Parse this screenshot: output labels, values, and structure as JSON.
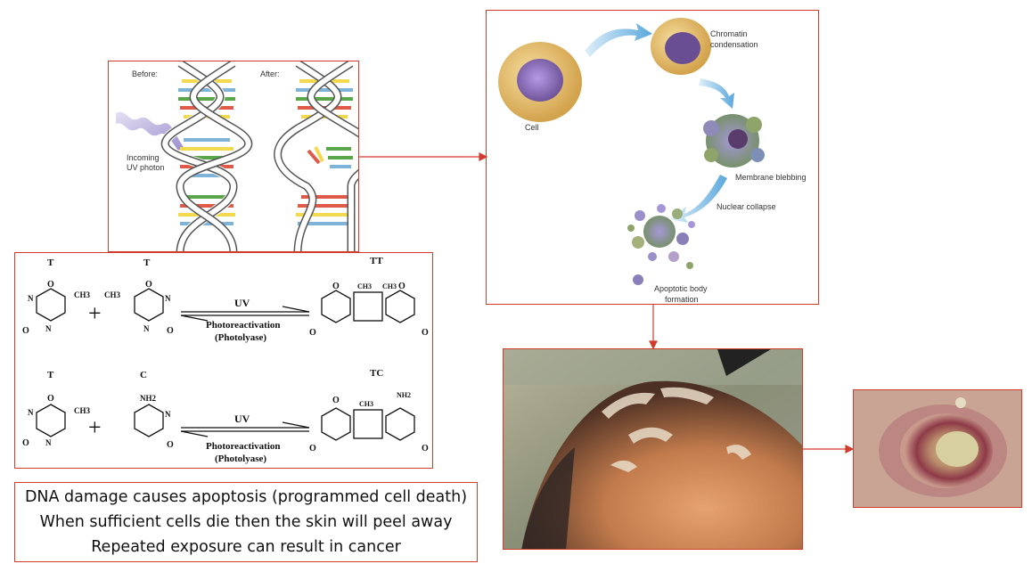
{
  "dna_panel": {
    "before_label": "Before:",
    "after_label": "After:",
    "photon_label_line1": "Incoming",
    "photon_label_line2": "UV photon"
  },
  "chem_panel": {
    "row1": {
      "left_label": "T",
      "right_label": "T",
      "product_label": "TT",
      "arrow_top": "UV",
      "arrow_bottom1": "Photoreactivation",
      "arrow_bottom2": "(Photolyase)",
      "ch3": "CH3"
    },
    "row2": {
      "left_label": "T",
      "right_label": "C",
      "product_label": "TC",
      "arrow_top": "UV",
      "arrow_bottom1": "Photoreactivation",
      "arrow_bottom2": "(Photolyase)",
      "ch3": "CH3",
      "nh2": "NH2"
    }
  },
  "apoptosis_panel": {
    "cell": "Cell",
    "chromatin_line1": "Chromatin",
    "chromatin_line2": "condensation",
    "blebbing": "Membrane blebbing",
    "nuclear": "Nuclear collapse",
    "apoptotic_line1": "Apoptotic body",
    "apoptotic_line2": "formation"
  },
  "caption": {
    "line1": "DNA damage causes apoptosis (programmed cell death)",
    "line2": "When sufficient cells die then the skin will peel away",
    "line3": "Repeated exposure can result in cancer"
  },
  "colors": {
    "border": "#d33b2c",
    "arrow": "#d33b2c",
    "skin": "#c27b4c",
    "lesion": "#8e3a48"
  }
}
